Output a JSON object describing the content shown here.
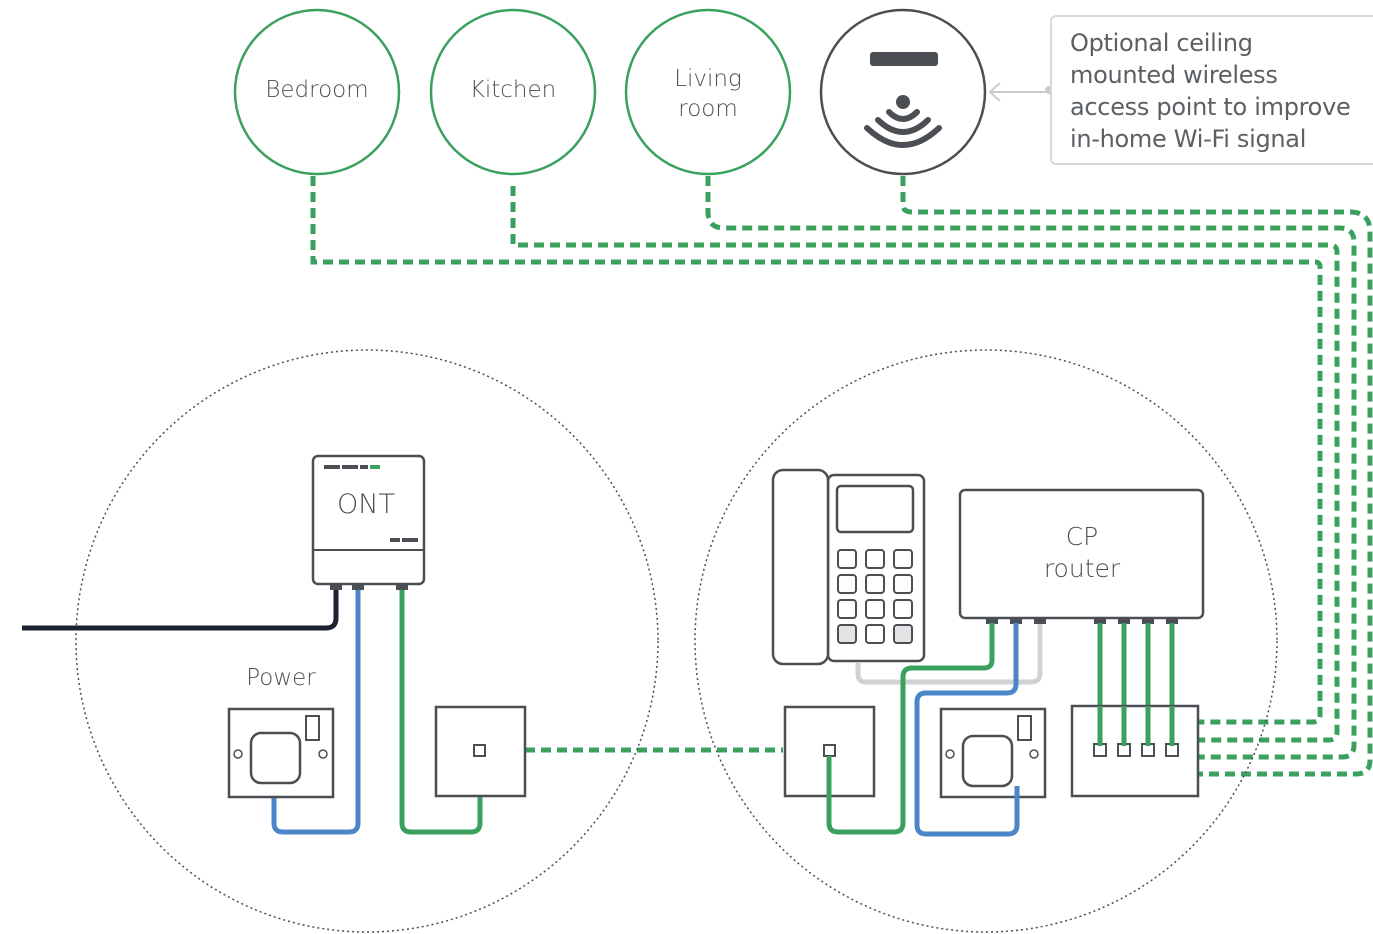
{
  "rooms": [
    {
      "label": "Bedroom"
    },
    {
      "label": "Kitchen"
    },
    {
      "label_lines": [
        "Living",
        "room"
      ]
    }
  ],
  "note": {
    "lines": [
      "Optional ceiling",
      "mounted wireless",
      "access point to improve",
      "in-home Wi-Fi signal"
    ]
  },
  "devices": {
    "ont_label": "ONT",
    "router_label_lines": [
      "CP",
      "router"
    ],
    "power_label": "Power"
  },
  "colors": {
    "green": "#3aa05e",
    "blue": "#4a86c8",
    "black": "#1b2230",
    "grey": "#cfd1d3",
    "outline": "#4b4f54"
  },
  "icons": {
    "access_point": "wifi-access-point-icon",
    "phone": "telephone-icon",
    "socket": "power-socket-icon",
    "wall_port": "wall-port-icon"
  }
}
